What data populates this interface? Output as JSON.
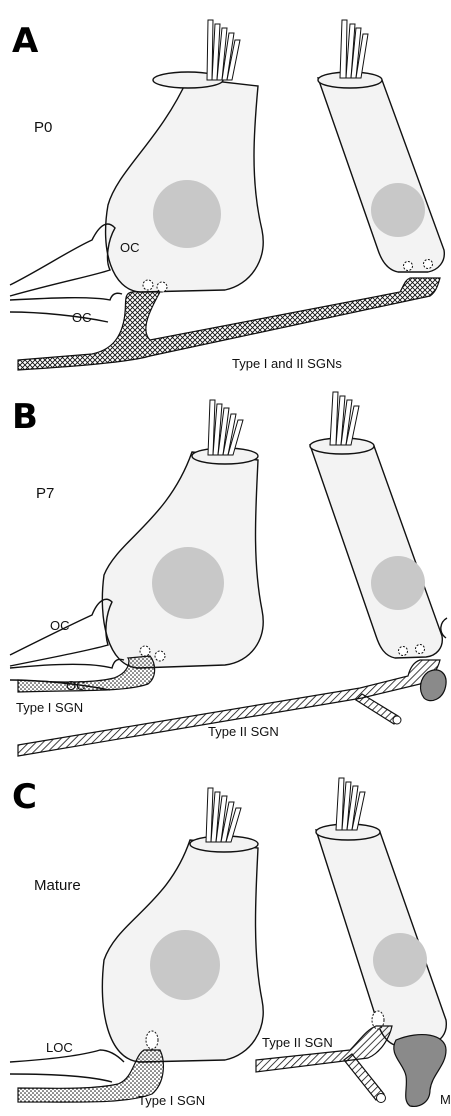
{
  "panels": [
    {
      "letter": "A",
      "stage": "P0",
      "labels": {
        "oc_upper": "OC",
        "oc_lower": "OC",
        "fiber": "Type I and II SGNs"
      }
    },
    {
      "letter": "B",
      "stage": "P7",
      "labels": {
        "oc_upper": "OC",
        "oc_lower": "OC",
        "type1": "Type I SGN",
        "type2": "Type II SGN"
      }
    },
    {
      "letter": "C",
      "stage": "Mature",
      "labels": {
        "loc": "LOC",
        "type1": "Type I SGN",
        "type2": "Type II SGN",
        "m": "M"
      }
    }
  ]
}
